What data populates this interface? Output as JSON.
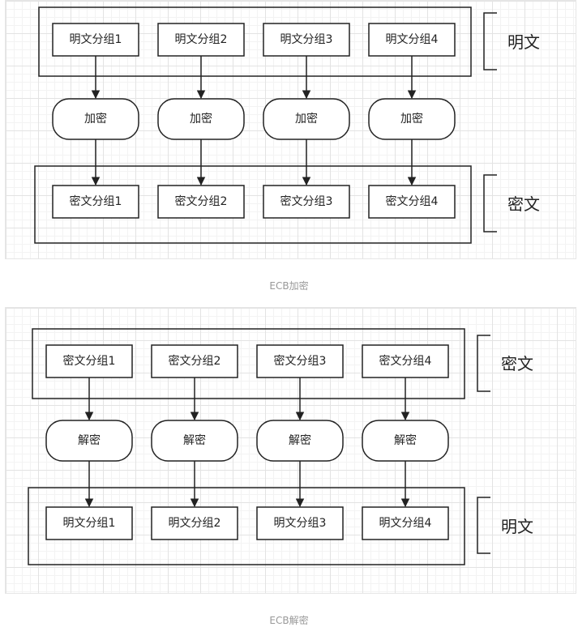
{
  "diagrams": [
    {
      "caption": "ECB加密",
      "top_label": "明文",
      "bottom_label": "密文",
      "top_blocks": [
        "明文分组1",
        "明文分组2",
        "明文分组3",
        "明文分组4"
      ],
      "ops": [
        "加密",
        "加密",
        "加密",
        "加密"
      ],
      "bottom_blocks": [
        "密文分组1",
        "密文分组2",
        "密文分组3",
        "密文分组4"
      ]
    },
    {
      "caption": "ECB解密",
      "top_label": "密文",
      "bottom_label": "明文",
      "top_blocks": [
        "密文分组1",
        "密文分组2",
        "密文分组3",
        "密文分组4"
      ],
      "ops": [
        "解密",
        "解密",
        "解密",
        "解密"
      ],
      "bottom_blocks": [
        "明文分组1",
        "明文分组2",
        "明文分组3",
        "明文分组4"
      ]
    }
  ]
}
